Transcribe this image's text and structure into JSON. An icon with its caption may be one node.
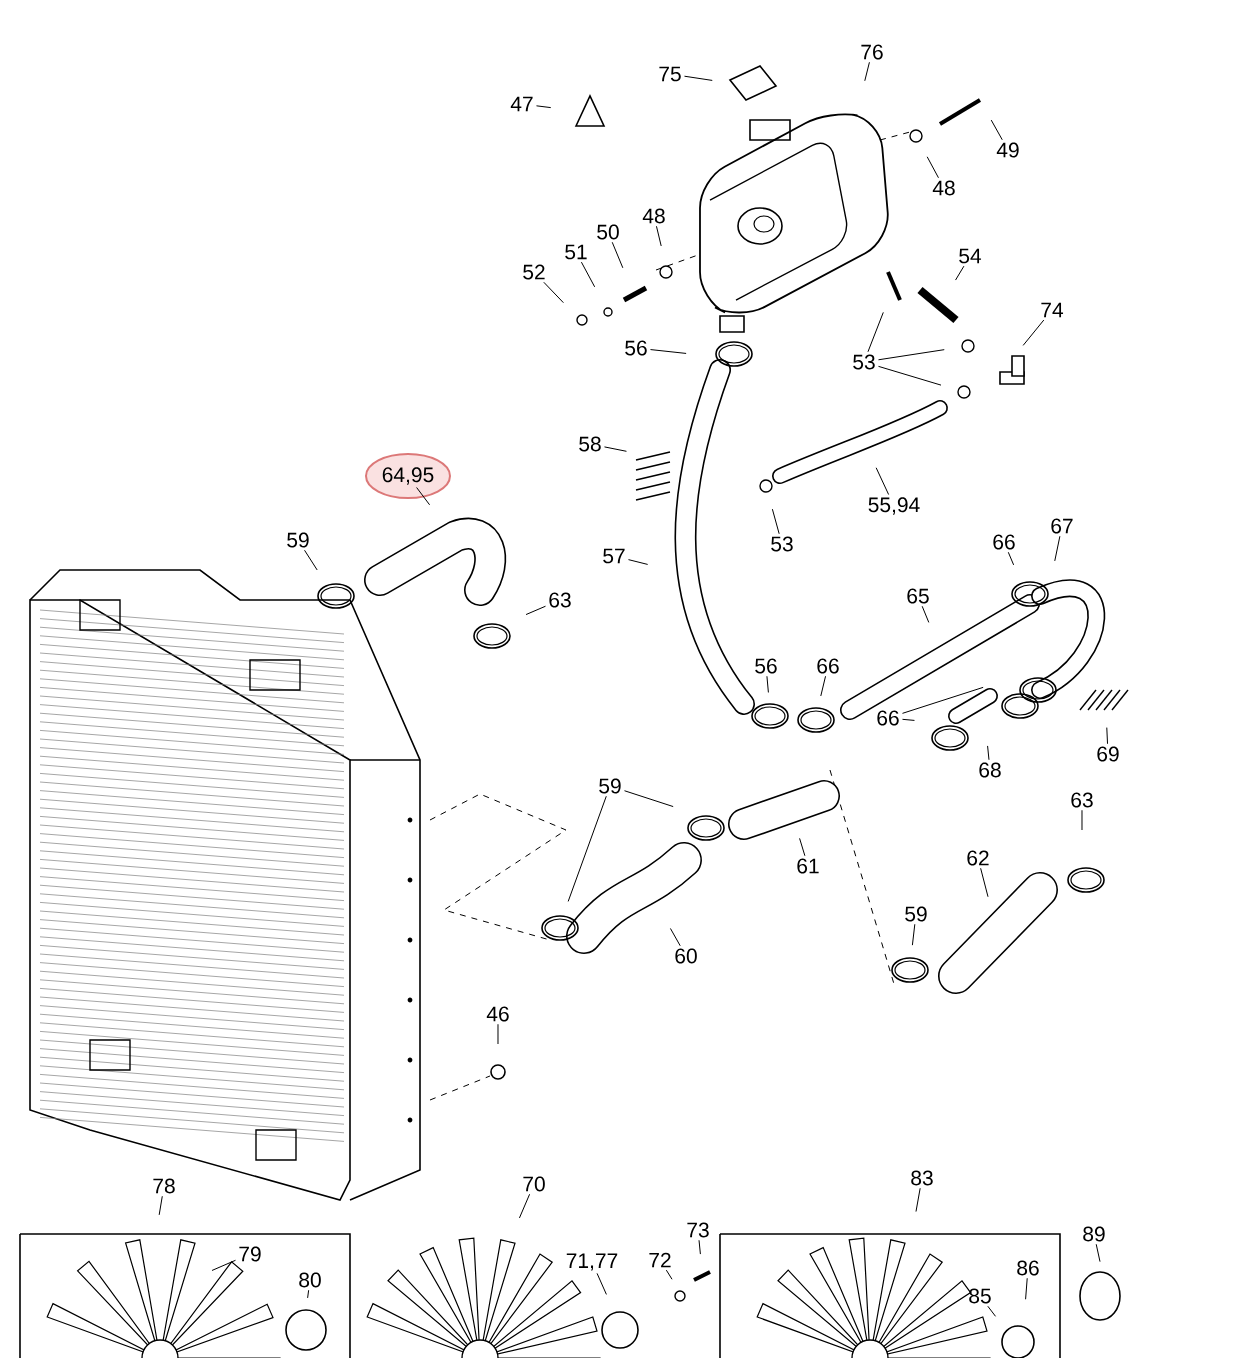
{
  "diagram": {
    "nodes": [
      {
        "text": [
          "47"
        ]
      },
      {
        "text": [
          "75"
        ]
      },
      {
        "text": [
          "76"
        ]
      },
      {
        "text": [
          "49"
        ]
      },
      {
        "text": [
          "48"
        ]
      },
      {
        "text": [
          "48"
        ]
      },
      {
        "text": [
          "50"
        ]
      },
      {
        "text": [
          "51"
        ]
      },
      {
        "text": [
          "52"
        ]
      },
      {
        "text": [
          "54"
        ]
      },
      {
        "text": [
          "74"
        ]
      },
      {
        "text": [
          "53"
        ]
      },
      {
        "text": [
          "56"
        ]
      },
      {
        "text": [
          "58"
        ]
      },
      {
        "text": [
          "64,95"
        ]
      },
      {
        "text": [
          "59"
        ]
      },
      {
        "text": [
          "57"
        ]
      },
      {
        "text": [
          "55,94"
        ]
      },
      {
        "text": [
          "53"
        ]
      },
      {
        "text": [
          "66"
        ]
      },
      {
        "text": [
          "67"
        ]
      },
      {
        "text": [
          "65"
        ]
      },
      {
        "text": [
          "63"
        ]
      },
      {
        "text": [
          "56"
        ]
      },
      {
        "text": [
          "66"
        ]
      },
      {
        "text": [
          "66"
        ]
      },
      {
        "text": [
          "68"
        ]
      },
      {
        "text": [
          "69"
        ]
      },
      {
        "text": [
          "59"
        ]
      },
      {
        "text": [
          "61"
        ]
      },
      {
        "text": [
          "63"
        ]
      },
      {
        "text": [
          "62"
        ]
      },
      {
        "text": [
          "59"
        ]
      },
      {
        "text": [
          "60"
        ]
      },
      {
        "text": [
          "46"
        ]
      },
      {
        "text": [
          "78"
        ]
      },
      {
        "text": [
          "79"
        ]
      },
      {
        "text": [
          "80"
        ]
      },
      {
        "text": [
          "70"
        ]
      },
      {
        "text": [
          "71,77"
        ]
      },
      {
        "text": [
          "72"
        ]
      },
      {
        "text": [
          "73"
        ]
      },
      {
        "text": [
          "83"
        ]
      },
      {
        "text": [
          "85"
        ]
      },
      {
        "text": [
          "86"
        ]
      },
      {
        "text": [
          "89"
        ]
      }
    ],
    "edges": [
      {
        "from": 0,
        "to": null,
        "arrow": "none"
      },
      {
        "from": 1,
        "to": null,
        "arrow": "none"
      },
      {
        "from": 2,
        "to": null,
        "arrow": "none"
      },
      {
        "from": 3,
        "to": null,
        "arrow": "none"
      },
      {
        "from": 4,
        "to": null,
        "arrow": "none"
      },
      {
        "from": 5,
        "to": null,
        "arrow": "none"
      },
      {
        "from": 6,
        "to": null,
        "arrow": "none"
      },
      {
        "from": 7,
        "to": null,
        "arrow": "none"
      },
      {
        "from": 8,
        "to": null,
        "arrow": "none"
      },
      {
        "from": 9,
        "to": null,
        "arrow": "none"
      },
      {
        "from": 10,
        "to": null,
        "arrow": "none"
      },
      {
        "from": 11,
        "to": null,
        "arrow": "none"
      },
      {
        "from": 11,
        "to": null,
        "arrow": "none"
      },
      {
        "from": 11,
        "to": null,
        "arrow": "none"
      },
      {
        "from": 12,
        "to": null,
        "arrow": "none"
      },
      {
        "from": 13,
        "to": null,
        "arrow": "none"
      },
      {
        "from": 14,
        "to": null,
        "arrow": "none"
      },
      {
        "from": 15,
        "to": null,
        "arrow": "none"
      },
      {
        "from": 16,
        "to": null,
        "arrow": "none"
      },
      {
        "from": 17,
        "to": null,
        "arrow": "none"
      },
      {
        "from": 18,
        "to": null,
        "arrow": "none"
      },
      {
        "from": 19,
        "to": null,
        "arrow": "none"
      },
      {
        "from": 20,
        "to": null,
        "arrow": "none"
      },
      {
        "from": 21,
        "to": null,
        "arrow": "none"
      },
      {
        "from": 22,
        "to": null,
        "arrow": "none"
      },
      {
        "from": 23,
        "to": null,
        "arrow": "none"
      },
      {
        "from": 24,
        "to": null,
        "arrow": "none"
      },
      {
        "from": 25,
        "to": null,
        "arrow": "none"
      },
      {
        "from": 25,
        "to": null,
        "arrow": "none"
      },
      {
        "from": 26,
        "to": null,
        "arrow": "none"
      },
      {
        "from": 27,
        "to": null,
        "arrow": "none"
      },
      {
        "from": 28,
        "to": null,
        "arrow": "none"
      },
      {
        "from": 28,
        "to": null,
        "arrow": "none"
      },
      {
        "from": 29,
        "to": null,
        "arrow": "none"
      },
      {
        "from": 30,
        "to": null,
        "arrow": "none"
      },
      {
        "from": 31,
        "to": null,
        "arrow": "none"
      },
      {
        "from": 32,
        "to": null,
        "arrow": "none"
      },
      {
        "from": 33,
        "to": null,
        "arrow": "none"
      },
      {
        "from": 34,
        "to": null,
        "arrow": "none"
      },
      {
        "from": 35,
        "to": null,
        "arrow": "none"
      },
      {
        "from": 36,
        "to": null,
        "arrow": "none"
      },
      {
        "from": 37,
        "to": null,
        "arrow": "none"
      },
      {
        "from": 38,
        "to": null,
        "arrow": "none"
      },
      {
        "from": 39,
        "to": null,
        "arrow": "none"
      },
      {
        "from": 40,
        "to": null,
        "arrow": "none"
      },
      {
        "from": 41,
        "to": null,
        "arrow": "none"
      },
      {
        "from": 42,
        "to": null,
        "arrow": "none"
      },
      {
        "from": 43,
        "to": null,
        "arrow": "none"
      },
      {
        "from": 44,
        "to": null,
        "arrow": "none"
      },
      {
        "from": 45,
        "to": null,
        "arrow": "none"
      }
    ]
  }
}
